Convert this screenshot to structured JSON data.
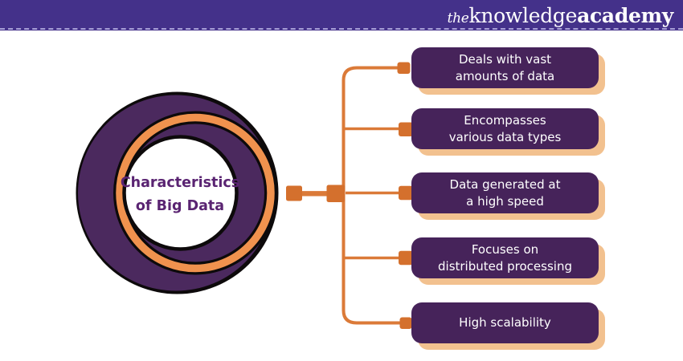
{
  "colors": {
    "header-purple": "#44318A",
    "header-divider": "#A89FD6",
    "box-purple": "#46235A",
    "ring-purple": "#4B295E",
    "outline-black": "#0D0A0B",
    "ring-orange": "#F0924E",
    "connector-orange": "#DB7A38",
    "square-orange": "#D4702D",
    "shadow-peach": "#F2C18F",
    "title-purple": "#5A2472",
    "text-white": "#FFFFFF"
  },
  "header": {
    "logo_the": "the",
    "logo_knowledge": "knowledge",
    "logo_academy": "academy"
  },
  "diagram": {
    "center_title": "Characteristics\nof Big Data",
    "items": [
      {
        "label": "Deals with vast\namounts of data"
      },
      {
        "label": "Encompasses\nvarious data types"
      },
      {
        "label": "Data generated at\na high speed"
      },
      {
        "label": "Focuses on\ndistributed processing"
      },
      {
        "label": "High scalability"
      }
    ]
  }
}
